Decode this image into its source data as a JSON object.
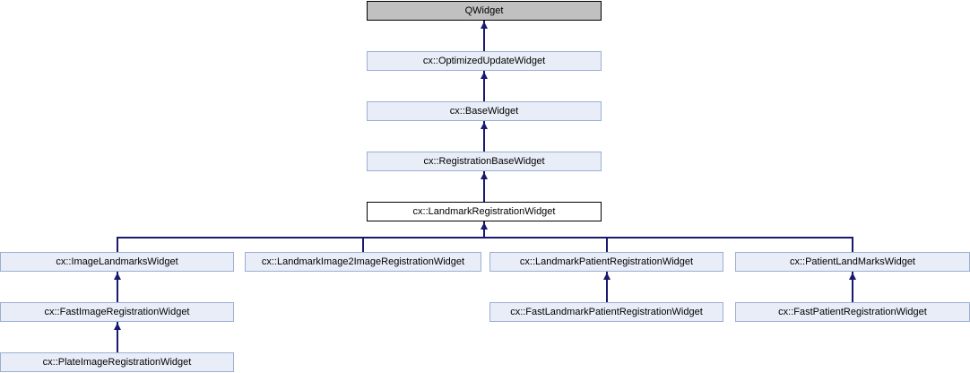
{
  "diagram": {
    "type": "class-inheritance-graph",
    "colors": {
      "background": "#ffffff",
      "node_fill": "#e8edf7",
      "node_border": "#9cafd4",
      "root_node_fill": "#c0c0c0",
      "root_node_border": "#000000",
      "current_node_fill": "#ffffff",
      "current_node_border": "#000000",
      "edge": "#191970",
      "text": "#000000"
    },
    "nodes": {
      "qwidget": {
        "label": "QWidget"
      },
      "optimized_update": {
        "label": "cx::OptimizedUpdateWidget"
      },
      "base": {
        "label": "cx::BaseWidget"
      },
      "registration_base": {
        "label": "cx::RegistrationBaseWidget"
      },
      "landmark_registration": {
        "label": "cx::LandmarkRegistrationWidget"
      },
      "image_landmarks": {
        "label": "cx::ImageLandmarksWidget"
      },
      "landmark_image2image": {
        "label": "cx::LandmarkImage2ImageRegistrationWidget"
      },
      "landmark_patient": {
        "label": "cx::LandmarkPatientRegistrationWidget"
      },
      "patient_landmarks": {
        "label": "cx::PatientLandMarksWidget"
      },
      "fast_image": {
        "label": "cx::FastImageRegistrationWidget"
      },
      "fast_landmark_patient": {
        "label": "cx::FastLandmarkPatientRegistrationWidget"
      },
      "fast_patient": {
        "label": "cx::FastPatientRegistrationWidget"
      },
      "plate_image": {
        "label": "cx::PlateImageRegistrationWidget"
      }
    },
    "edges": [
      {
        "from": "cx::OptimizedUpdateWidget",
        "to": "QWidget"
      },
      {
        "from": "cx::BaseWidget",
        "to": "cx::OptimizedUpdateWidget"
      },
      {
        "from": "cx::RegistrationBaseWidget",
        "to": "cx::BaseWidget"
      },
      {
        "from": "cx::LandmarkRegistrationWidget",
        "to": "cx::RegistrationBaseWidget"
      },
      {
        "from": "cx::ImageLandmarksWidget",
        "to": "cx::LandmarkRegistrationWidget"
      },
      {
        "from": "cx::LandmarkImage2ImageRegistrationWidget",
        "to": "cx::LandmarkRegistrationWidget"
      },
      {
        "from": "cx::LandmarkPatientRegistrationWidget",
        "to": "cx::LandmarkRegistrationWidget"
      },
      {
        "from": "cx::PatientLandMarksWidget",
        "to": "cx::LandmarkRegistrationWidget"
      },
      {
        "from": "cx::FastImageRegistrationWidget",
        "to": "cx::ImageLandmarksWidget"
      },
      {
        "from": "cx::PlateImageRegistrationWidget",
        "to": "cx::FastImageRegistrationWidget"
      },
      {
        "from": "cx::FastLandmarkPatientRegistrationWidget",
        "to": "cx::LandmarkPatientRegistrationWidget"
      },
      {
        "from": "cx::FastPatientRegistrationWidget",
        "to": "cx::PatientLandMarksWidget"
      }
    ]
  }
}
